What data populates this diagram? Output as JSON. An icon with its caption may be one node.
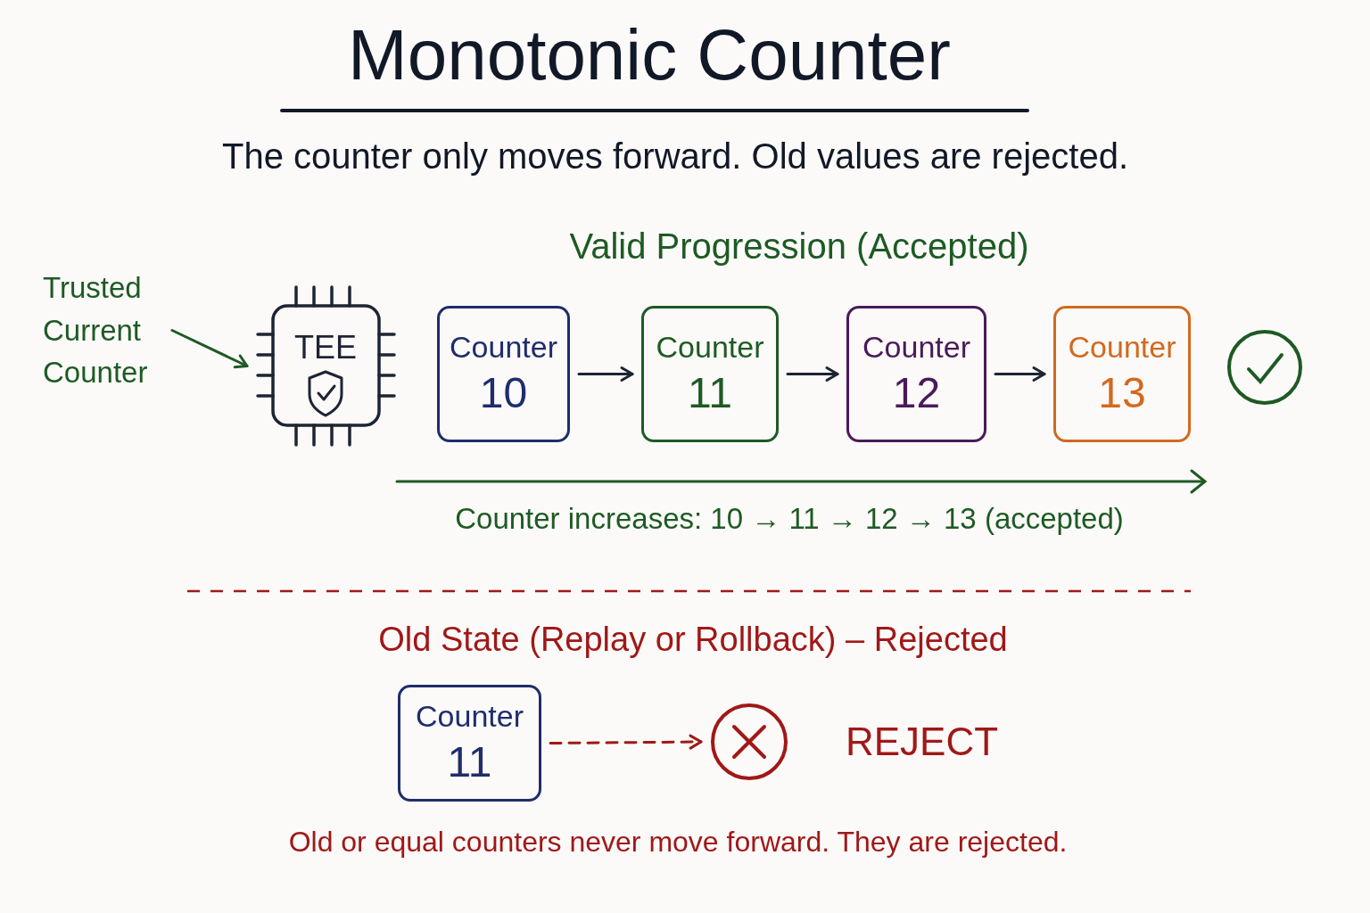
{
  "diagram": {
    "title": "Monotonic Counter",
    "nodes": [
      {
        "text": [
          "Trusted Current Counter"
        ]
      },
      {
        "text": [
          "TEE"
        ]
      },
      {
        "text": [
          "Counter",
          "10"
        ]
      },
      {
        "text": [
          "Counter",
          "11"
        ]
      },
      {
        "text": [
          "Counter",
          "12"
        ]
      },
      {
        "text": [
          "Counter",
          "13"
        ]
      },
      {
        "text": [
          "Counter",
          "11"
        ]
      },
      {
        "text": [],
        "shape": "circle",
        "beside": [
          "REJECT"
        ]
      }
    ],
    "edges": [
      {
        "from": 0,
        "to": 1,
        "arrow": "to",
        "color": "#1e5a24"
      },
      {
        "from": 2,
        "to": 3,
        "arrow": "to"
      },
      {
        "from": 3,
        "to": 4,
        "arrow": "to"
      },
      {
        "from": 4,
        "to": 5,
        "arrow": "to"
      },
      {
        "from": 6,
        "to": 7,
        "arrow": "to",
        "style": "dashed",
        "color": "#a01818"
      }
    ],
    "labels": [
      "The counter only moves forward. Old values are rejected.",
      "Valid Progression (Accepted)",
      "Counter increases: 10 → 11 → 12 → 13 (accepted)",
      "Old State (Replay or Rollback) – Rejected",
      "Old or equal counters never move forward. They are rejected."
    ]
  }
}
